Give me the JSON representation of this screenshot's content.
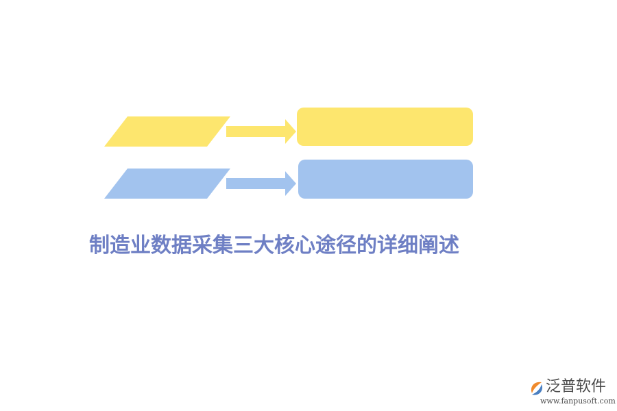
{
  "title": "制造业数据采集三大核心途径的详细阐述",
  "colors": {
    "yellow": "#FDE66E",
    "blue": "#A2C3EE",
    "title": "#6E7FC4",
    "logo_text": "#4A4A4A",
    "logo_mark_orange": "#F08A2C",
    "logo_mark_blue": "#4A7FC1"
  },
  "logo": {
    "name": "泛普软件",
    "url": "www.fanpusoft.com",
    "icon": "fanpu-logo-icon"
  }
}
